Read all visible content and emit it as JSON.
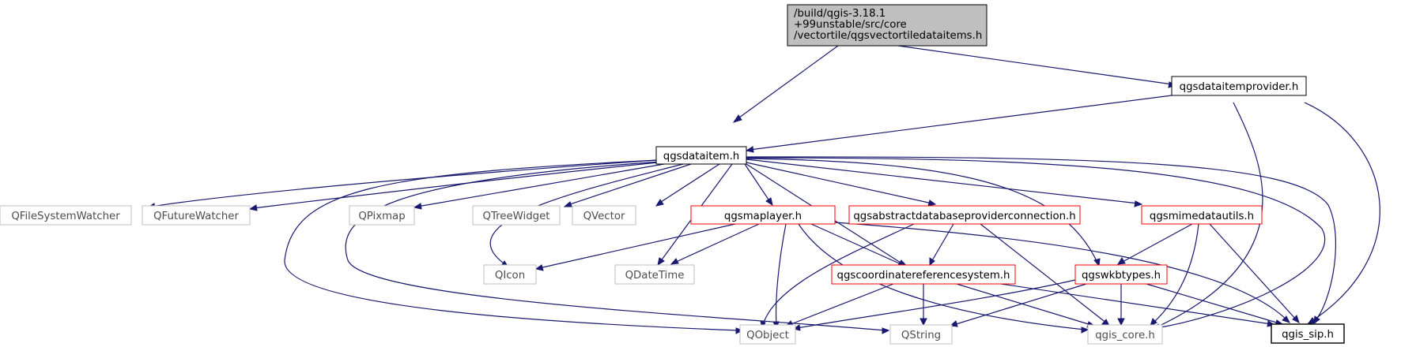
{
  "colors": {
    "edge": "#191970",
    "root_fill": "#bfbfbf",
    "normal_border": "#000000",
    "red_border": "#ff0000",
    "gray_border": "#bfbfbf",
    "gray_text": "#4d4d4d"
  },
  "nodes": {
    "root": {
      "lines": [
        "/build/qgis-3.18.1",
        "+99unstable/src/core",
        "/vectortile/qgsvectortiledataitems.h"
      ]
    },
    "qgsdataitemprovider": {
      "label": "qgsdataitemprovider.h"
    },
    "qgsdataitem": {
      "label": "qgsdataitem.h"
    },
    "qfilesystemwatcher": {
      "label": "QFileSystemWatcher"
    },
    "qfuturewatcher": {
      "label": "QFutureWatcher"
    },
    "qpixmap": {
      "label": "QPixmap"
    },
    "qtreewidget": {
      "label": "QTreeWidget"
    },
    "qvector": {
      "label": "QVector"
    },
    "qgsmaplayer": {
      "label": "qgsmaplayer.h"
    },
    "qgsabstractdatabaseproviderconnection": {
      "label": "qgsabstractdatabaseproviderconnection.h"
    },
    "qgsmimedatautils": {
      "label": "qgsmimedatautils.h"
    },
    "qicon": {
      "label": "QIcon"
    },
    "qdatetime": {
      "label": "QDateTime"
    },
    "qgscoordinatereferencesystem": {
      "label": "qgscoordinatereferencesystem.h"
    },
    "qgswkbtypes": {
      "label": "qgswkbtypes.h"
    },
    "qobject": {
      "label": "QObject"
    },
    "qstring": {
      "label": "QString"
    },
    "qgis_core": {
      "label": "qgis_core.h"
    },
    "qgis_sip": {
      "label": "qgis_sip.h"
    }
  }
}
